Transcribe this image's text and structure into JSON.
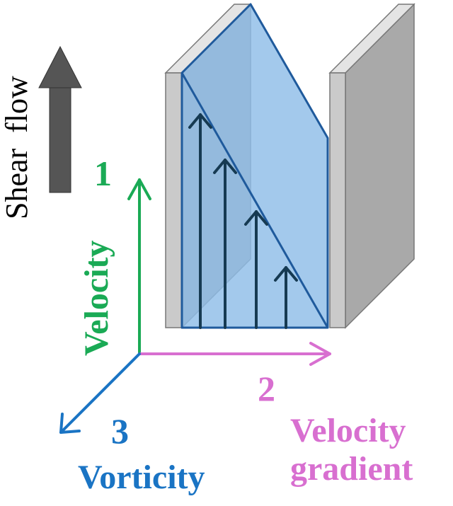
{
  "diagram": {
    "shear_flow_label": "Shear  flow",
    "axis1": {
      "number": "1",
      "name": "Velocity"
    },
    "axis2": {
      "number": "2",
      "name_line1": "Velocity",
      "name_line2": "gradient"
    },
    "axis3": {
      "number": "3",
      "name": "Vorticity"
    },
    "colors": {
      "axis1": "#1aaa55",
      "axis2": "#d86fd0",
      "axis3": "#1a74c4",
      "shear_arrow": "#555555",
      "fluid_fill": "#8fbde8",
      "fluid_edge": "#1f5a9c",
      "velocity_arrows": "#163a52",
      "plate_front": "#c9c9c9",
      "plate_side": "#a9a9a9",
      "plate_top": "#e4e4e4"
    },
    "velocity_profile": {
      "arrow_count": 4,
      "shape": "linear"
    }
  }
}
